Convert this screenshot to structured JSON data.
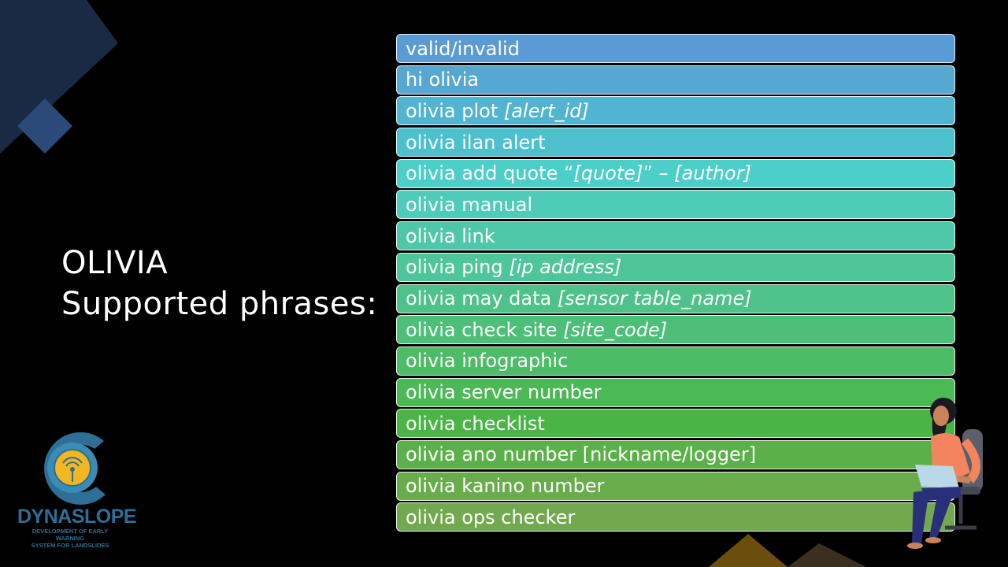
{
  "title": {
    "line1": "OLIVIA",
    "line2": "Supported phrases:"
  },
  "phrases": [
    {
      "text": "valid/invalid",
      "arg": "",
      "color": "#5b9bd5"
    },
    {
      "text": "hi olivia",
      "arg": "",
      "color": "#56a8d2"
    },
    {
      "text": "olivia plot ",
      "arg": "[alert_id]",
      "color": "#51b4d0"
    },
    {
      "text": "olivia ilan alert",
      "arg": "",
      "color": "#4dc0cd"
    },
    {
      "text": "olivia add quote “",
      "arg": "[quote]",
      "tail": "” – ",
      "arg2": "[author]",
      "color": "#4ccfc8"
    },
    {
      "text": "olivia manual",
      "arg": "",
      "color": "#4fcbb9"
    },
    {
      "text": "olivia link",
      "arg": "",
      "color": "#4fc8aa"
    },
    {
      "text": "olivia ping ",
      "arg": "[ip address]",
      "color": "#4fc59a"
    },
    {
      "text": "olivia may data ",
      "arg": "[sensor table_name]",
      "color": "#4ec28a"
    },
    {
      "text": "olivia check site ",
      "arg": "[site_code]",
      "color": "#4dbf78"
    },
    {
      "text": "olivia infographic",
      "arg": "",
      "color": "#4cbc66"
    },
    {
      "text": "olivia server number",
      "arg": "",
      "color": "#4bb955"
    },
    {
      "text": "olivia checklist",
      "arg": "",
      "color": "#4ab546"
    },
    {
      "text": "olivia ano number [nickname/logger]",
      "arg": "",
      "color": "#5cb04a"
    },
    {
      "text": "olivia kanino number",
      "arg": "",
      "color": "#68ac4c"
    },
    {
      "text": "olivia ops checker",
      "arg": "",
      "color": "#72a94f"
    }
  ],
  "logo": {
    "name": "DYNASLOPE",
    "subtitle_line1": "DEVELOPMENT OF EARLY WARNING",
    "subtitle_line2": "SYSTEM FOR LANDSLIDES"
  }
}
